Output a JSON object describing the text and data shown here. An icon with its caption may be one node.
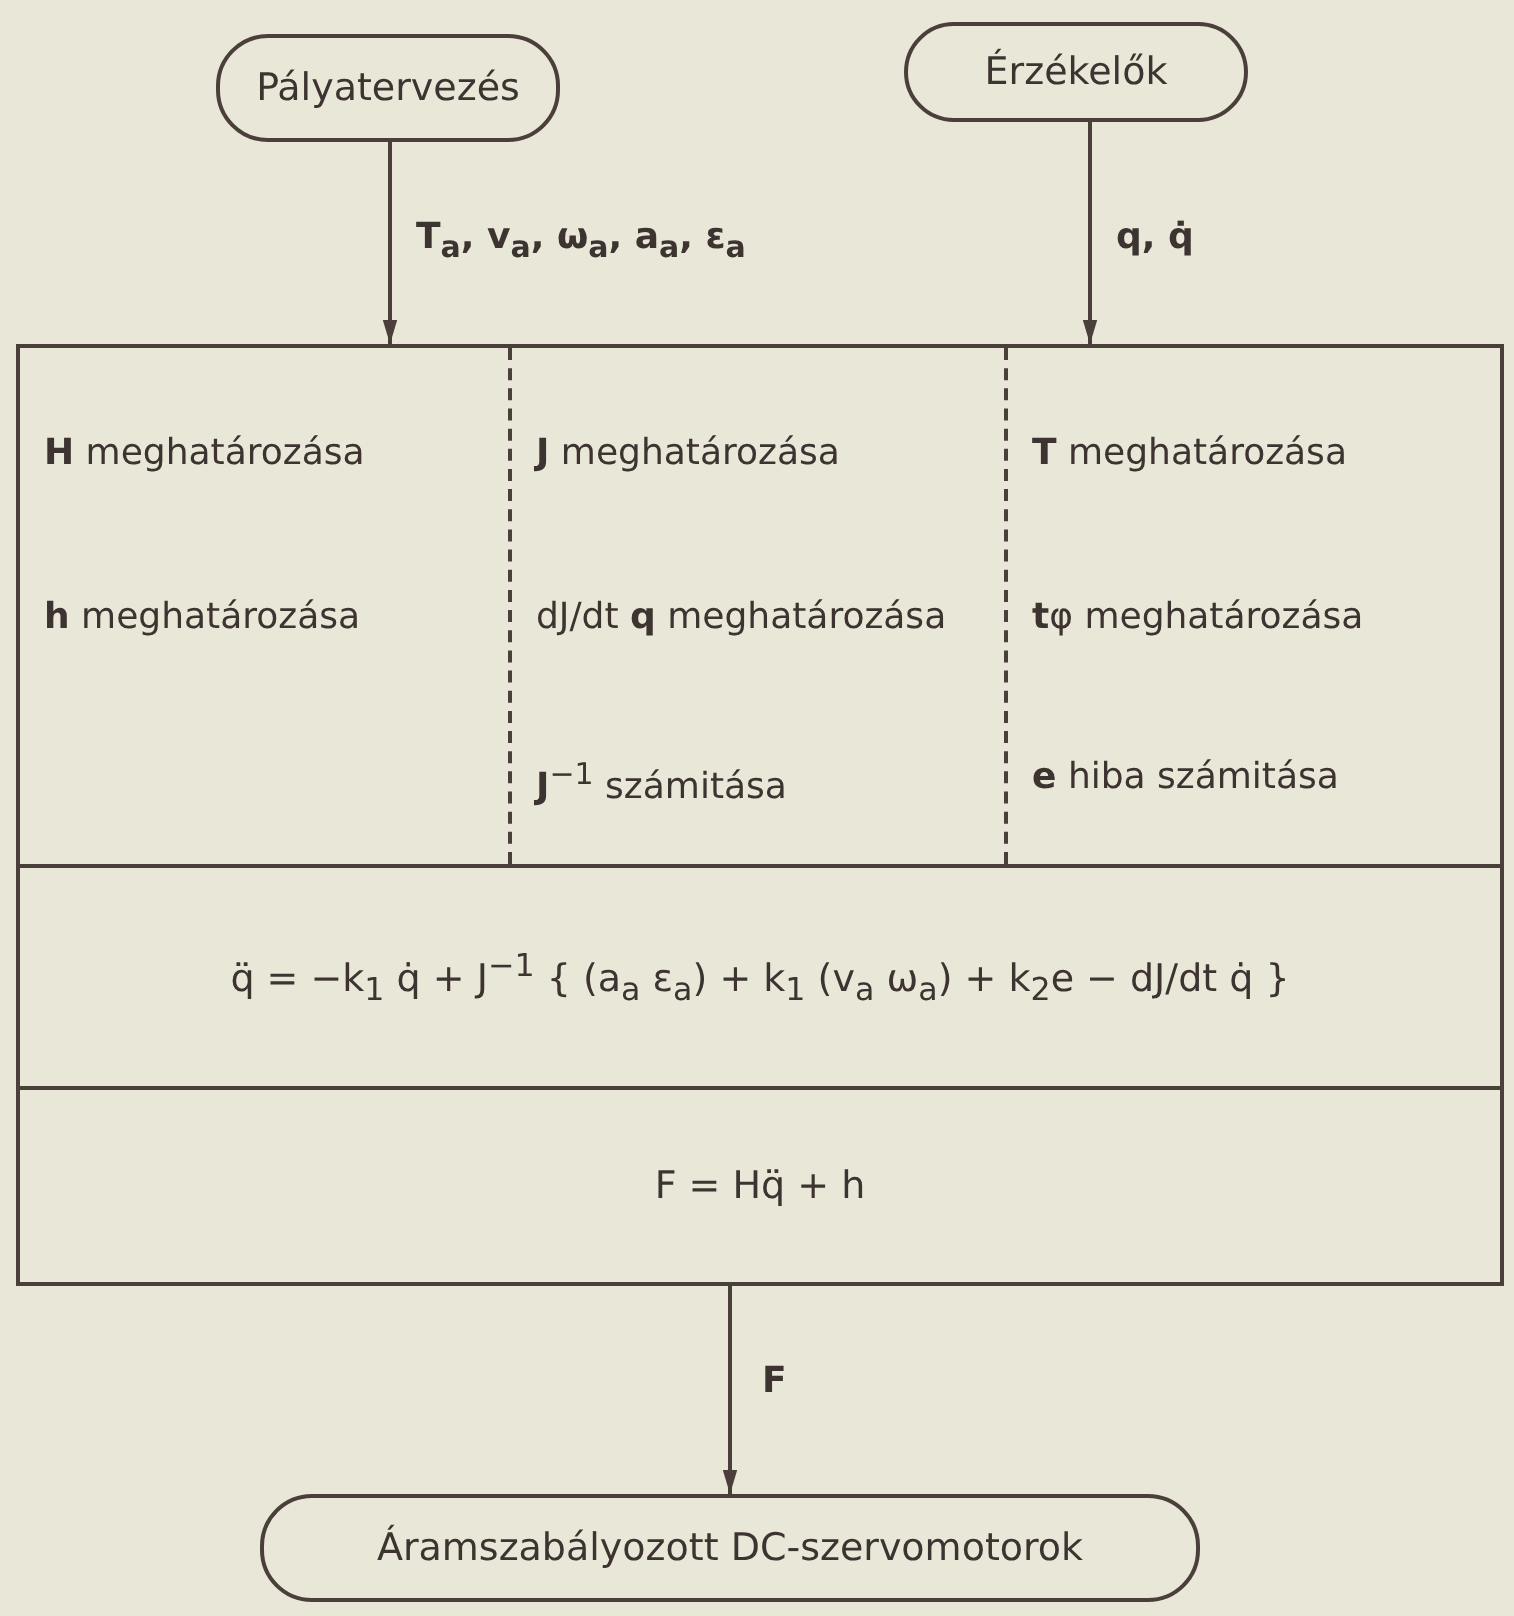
{
  "diagram": {
    "nodes": [
      {
        "text": [
          "Pályatervezés"
        ]
      },
      {
        "text": [
          "Érzékelők"
        ]
      },
      {
        "text": [],
        "shape": "box"
      },
      {
        "text": [
          "**H** meghatározása",
          "**h** meghatározása"
        ],
        "in": 2
      },
      {
        "text": [
          "**J** meghatározása",
          "dJ/dt **q** meghatározása",
          "**J**$^{−1}$ számitása"
        ],
        "in": 2
      },
      {
        "text": [
          "**T** meghatározása",
          "**t**φ meghatározása",
          "**e** hiba számitása"
        ],
        "in": 2
      },
      {
        "text": [
          "q̈ = −k$_{1}$ q̇ + J$^{−1}$ { (a$_{a}$ ε$_{a}$) + k$_{1}$ (v$_{a}$ ω$_{a}$) + k$_{2}$e − dJ/dt q̇ }"
        ],
        "in": 2
      },
      {
        "text": [
          "F = Hq̈ + h"
        ],
        "in": 2
      },
      {
        "text": [
          "Áramszabályozott DC-szervomotorok"
        ]
      }
    ],
    "edges": [
      {
        "from": 0,
        "to": 2,
        "arrow": "to",
        "label": "T$_{a}$, v$_{a}$, ω$_{a}$, a$_{a}$, ε$_{a}$"
      },
      {
        "from": 1,
        "to": 2,
        "arrow": "to",
        "label": "q, q̇"
      },
      {
        "from": 2,
        "to": 8,
        "arrow": "to",
        "label": "F"
      }
    ]
  }
}
